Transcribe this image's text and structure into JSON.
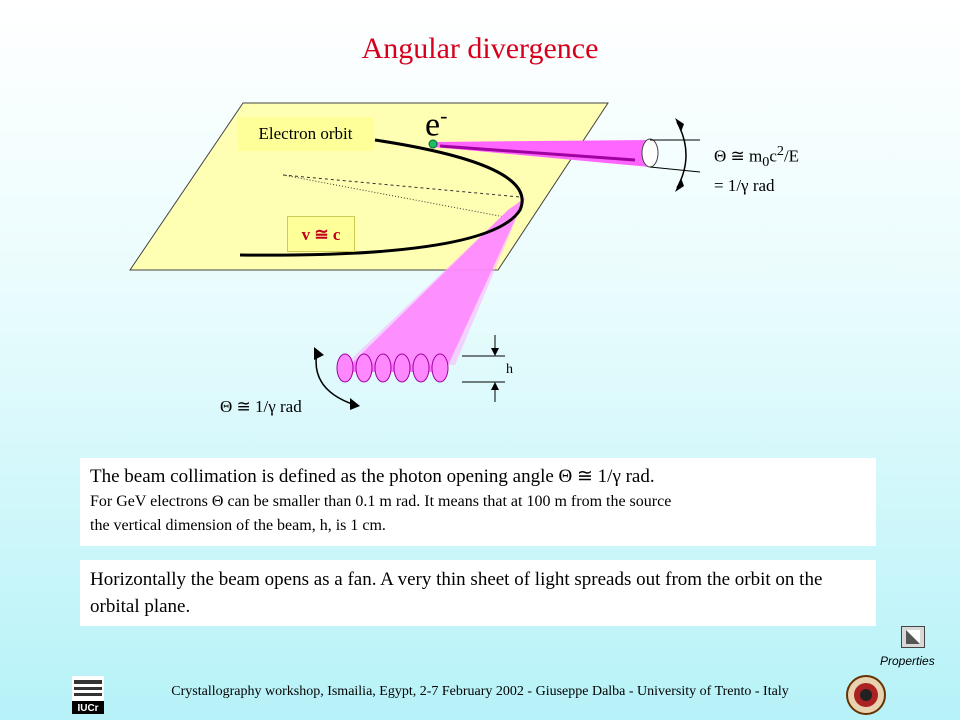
{
  "title": "Angular divergence",
  "diagram": {
    "orbit_label": "Electron orbit",
    "velocity_label": "v ≅ c",
    "electron_label": "e",
    "electron_sup": "-",
    "theta_top_line1_pre": "Θ ≅ m",
    "theta_top_sub": "0",
    "theta_top_mid": "c",
    "theta_top_sup": "2",
    "theta_top_post": "/E",
    "theta_top_line2": "= 1/γ rad",
    "theta_bottom": "Θ ≅ 1/γ rad",
    "h_label": "h"
  },
  "text_box_1": {
    "line1": "The beam collimation is defined as the photon opening angle Θ ≅ 1/γ rad.",
    "line2": "For GeV electrons Θ can be smaller than 0.1 m rad. It means that at 100 m from the source",
    "line3": "the vertical dimension of the beam, h, is 1 cm."
  },
  "text_box_2": {
    "text": "Horizontally the beam opens as a fan. A very thin sheet of light spreads out from the orbit on the orbital plane."
  },
  "properties_label": "Properties",
  "footer": "Crystallography workshop, Ismailia, Egypt, 2-7 February 2002 - Giuseppe Dalba - University of Trento - Italy",
  "logo_left_text": "IUCr",
  "colors": {
    "title": "#d6001c",
    "plane": "#ffffb4",
    "beam": "#ff66ff",
    "beam_dark": "#a000a0"
  }
}
